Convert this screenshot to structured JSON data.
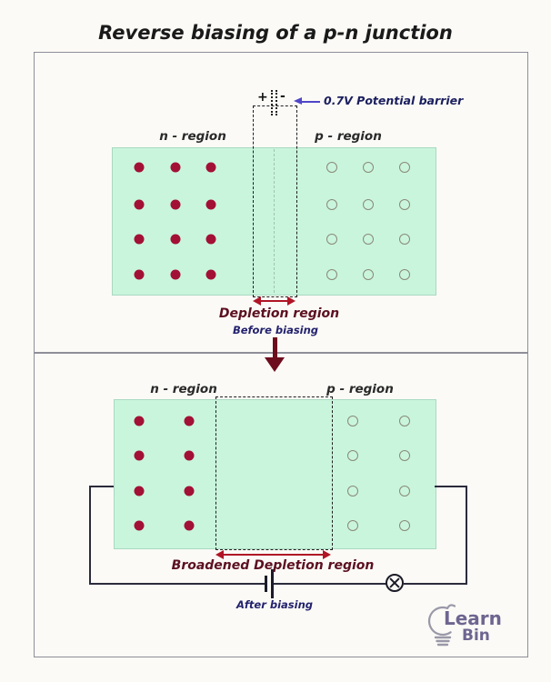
{
  "title": "Reverse biasing of a p-n junction",
  "colors": {
    "background": "#fbfaf6",
    "panel_border": "#8e8e99",
    "region_fill": "#c9f5dd",
    "electron": "#a31036",
    "hole_outline": "#8a8a78",
    "dark_red_text": "#5c1020",
    "navy_text": "#23226e",
    "red_arrow": "#b01525",
    "maroon_arrow": "#6d0d1d",
    "purple_arrow": "#4f46c8",
    "wire": "#2b2b3d",
    "logo_purple": "#6f6590",
    "logo_gray": "#9a98a8"
  },
  "top_panel": {
    "n_region_label": "n - region",
    "p_region_label": "p - region",
    "plus_sign": "+",
    "minus_sign": "-",
    "barrier_label": "0.7V Potential barrier",
    "depletion_label": "Depletion region",
    "caption": "Before biasing",
    "electrons": {
      "cols": [
        153,
        193,
        232
      ],
      "rows": [
        184,
        225,
        263,
        302
      ]
    },
    "holes": {
      "cols": [
        365,
        405,
        445
      ],
      "rows": [
        184,
        225,
        263,
        302
      ]
    }
  },
  "bottom_panel": {
    "n_region_label": "n - region",
    "p_region_label": "p - region",
    "depletion_label": "Broadened Depletion region",
    "caption": "After biasing",
    "electrons": {
      "cols": [
        153,
        208
      ],
      "rows": [
        463,
        501,
        540,
        578
      ]
    },
    "holes": {
      "cols": [
        388,
        445
      ],
      "rows": [
        463,
        501,
        540,
        578
      ]
    }
  },
  "logo": {
    "line1": "Learn",
    "line2": "Bin"
  }
}
